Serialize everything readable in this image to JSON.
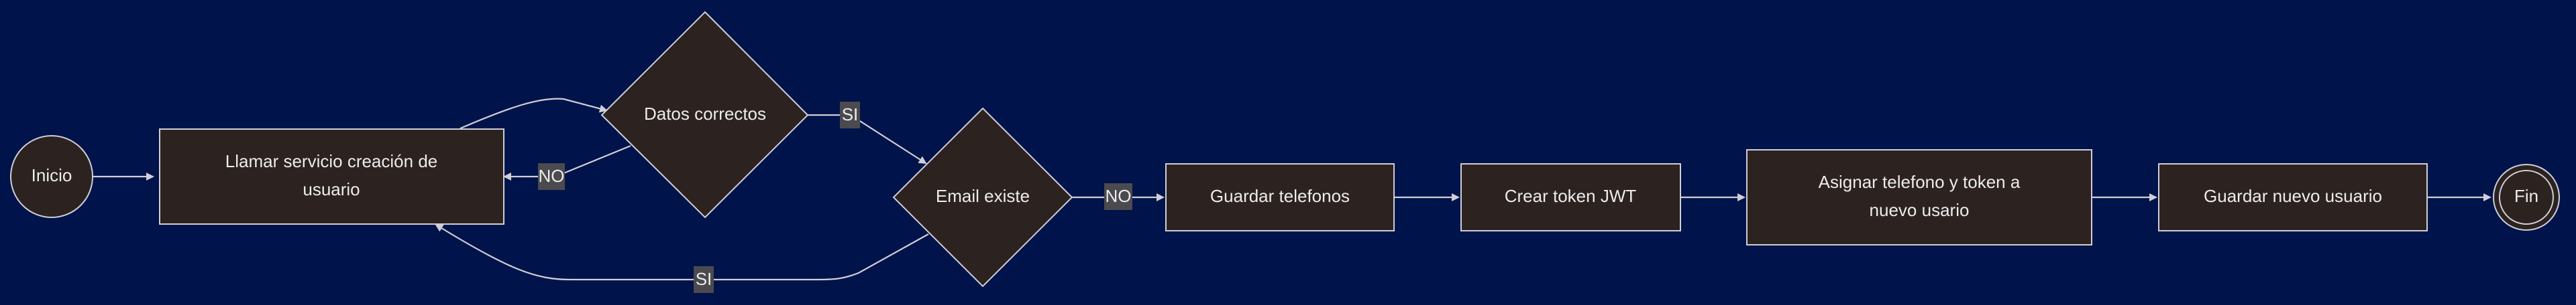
{
  "colors": {
    "background": "#00134a",
    "node_fill": "#2c2220",
    "node_stroke": "#cfcfd6",
    "edge": "#cfcfd6",
    "label_bg": "#4a4a4f",
    "text": "#ececec"
  },
  "nodes": {
    "inicio": {
      "label": "Inicio"
    },
    "llamar": {
      "line1": "Llamar servicio creación de",
      "line2": "usuario"
    },
    "datos": {
      "label": "Datos correctos"
    },
    "email": {
      "label": "Email existe"
    },
    "guardar_tel": {
      "label": "Guardar telefonos"
    },
    "token": {
      "label": "Crear token JWT"
    },
    "asignar": {
      "line1": "Asignar telefono y token a",
      "line2": "nuevo usario"
    },
    "guardar_usuario": {
      "label": "Guardar nuevo usuario"
    },
    "fin": {
      "label": "Fin"
    }
  },
  "edges": {
    "datos_llamar": "NO",
    "datos_email": "SI",
    "email_llamar": "SI",
    "email_guardar": "NO"
  }
}
